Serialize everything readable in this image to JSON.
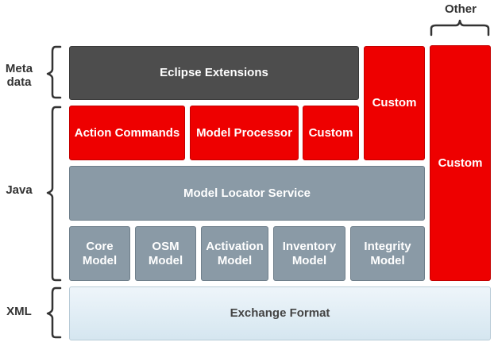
{
  "labels": {
    "other": "Other",
    "meta_data": "Meta\ndata",
    "java": "Java",
    "xml": "XML"
  },
  "blocks": {
    "eclipse_extensions": "Eclipse Extensions",
    "custom_meta": "Custom",
    "custom_other": "Custom",
    "action_commands": "Action Commands",
    "model_processor": "Model Processor",
    "custom_java": "Custom",
    "model_locator_service": "Model Locator Service",
    "core_model": "Core\nModel",
    "osm_model": "OSM\nModel",
    "activation_model": "Activation\nModel",
    "inventory_model": "Inventory\nModel",
    "integrity_model": "Integrity\nModel",
    "exchange_format": "Exchange Format"
  },
  "colors": {
    "dark": "#4d4d4d",
    "red": "#ee0000",
    "slate": "#8a9aa6",
    "light": "#dde9f1"
  }
}
